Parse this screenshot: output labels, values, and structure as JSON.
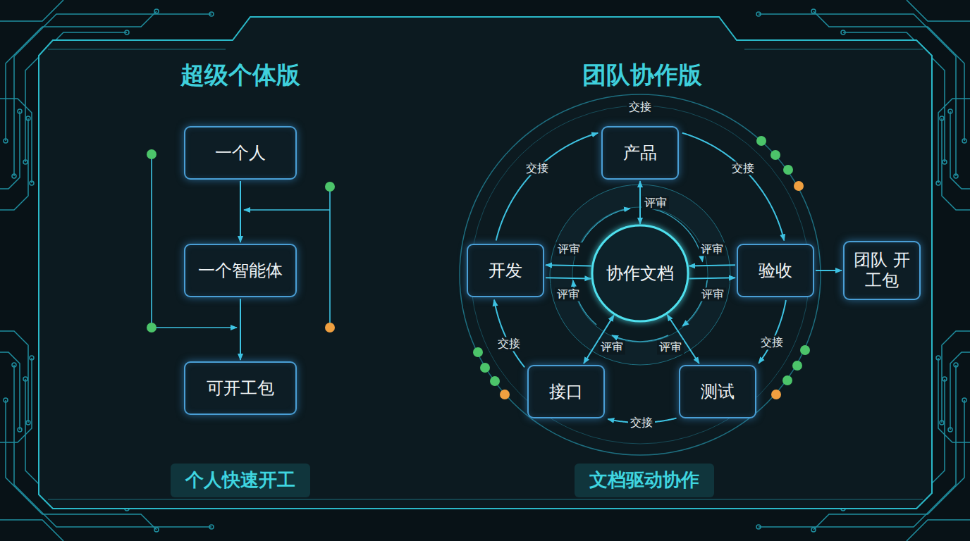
{
  "diagram": {
    "nodes": [
      {
        "text": [
          "一个人"
        ]
      },
      {
        "text": [
          "一个智能体"
        ]
      },
      {
        "text": [
          "可开工包"
        ]
      },
      {
        "text": [
          "个人快速开工"
        ]
      },
      {
        "text": [
          "产品"
        ]
      },
      {
        "text": [
          "开发"
        ]
      },
      {
        "text": [
          "协作文档"
        ]
      },
      {
        "text": [
          "验收"
        ]
      },
      {
        "text": [
          "团队 开工包"
        ]
      },
      {
        "text": [
          "接口"
        ]
      },
      {
        "text": [
          "测试"
        ]
      },
      {
        "text": [
          "文档驱动协作"
        ]
      }
    ],
    "edges": [
      {
        "from": 0,
        "to": 1,
        "arrow": "to"
      },
      {
        "from": 1,
        "to": 2,
        "arrow": "to"
      },
      {
        "from": 4,
        "to": 7,
        "label": "交接",
        "arrow": "to"
      },
      {
        "from": 7,
        "to": 10,
        "label": "交接",
        "arrow": "to"
      },
      {
        "from": 10,
        "to": 9,
        "label": "交接",
        "arrow": "to"
      },
      {
        "from": 9,
        "to": 5,
        "label": "交接",
        "arrow": "to"
      },
      {
        "from": 5,
        "to": 4,
        "label": "交接",
        "arrow": "to"
      },
      {
        "from": 4,
        "to": 6,
        "label": "评审",
        "arrow": "both"
      },
      {
        "from": 6,
        "to": 5,
        "label": "评审",
        "arrow": "to"
      },
      {
        "from": 5,
        "to": 6,
        "label": "评审",
        "arrow": "to"
      },
      {
        "from": 6,
        "to": 7,
        "label": "评审",
        "arrow": "to"
      },
      {
        "from": 7,
        "to": 6,
        "label": "评审",
        "arrow": "to"
      },
      {
        "from": 9,
        "to": 6,
        "label": "评审",
        "arrow": "both"
      },
      {
        "from": 10,
        "to": 6,
        "label": "评审",
        "arrow": "both"
      },
      {
        "from": 7,
        "to": 8,
        "arrow": "to"
      }
    ],
    "labels": [
      "超级个体版",
      "团队协作版",
      "交接"
    ]
  }
}
